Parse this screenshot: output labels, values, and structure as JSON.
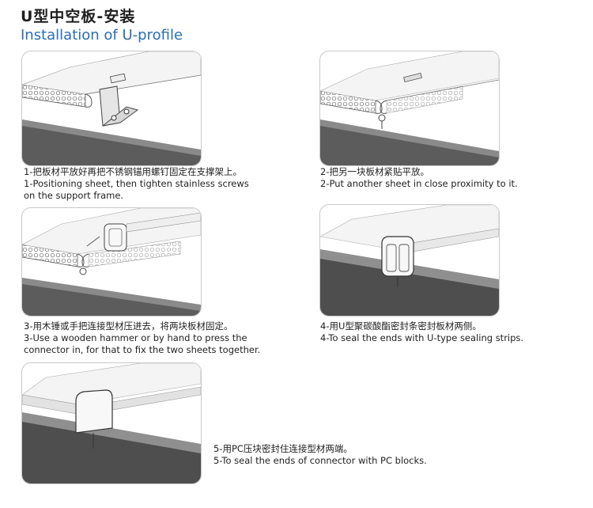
{
  "header": {
    "title_cn": "U型中空板-安装",
    "title_en": "Installation of U-profile"
  },
  "steps": [
    {
      "cn": "1-把板材平放好再把不锈钢锚用螺钉固定在支撑架上。",
      "en": [
        "1-Positioning sheet, then tighten stainless screws",
        "on the support frame."
      ]
    },
    {
      "cn": "2-把另一块板材紧贴平放。",
      "en": [
        "2-Put another sheet in close proximity to it."
      ]
    },
    {
      "cn": "3-用木锤或手把连接型材压进去，将两块板材固定。",
      "en": [
        "3-Use a wooden hammer or by hand to press the",
        "connector in, for that to fix the two sheets together."
      ]
    },
    {
      "cn": "4-用U型聚碳酸酯密封条密封板材两侧。",
      "en": [
        "4-To seal the ends with U-type sealing strips."
      ]
    },
    {
      "cn": "5-用PC压块密封住连接型材两端。",
      "en": [
        "5-To seal the ends of connector with PC blocks."
      ]
    }
  ]
}
